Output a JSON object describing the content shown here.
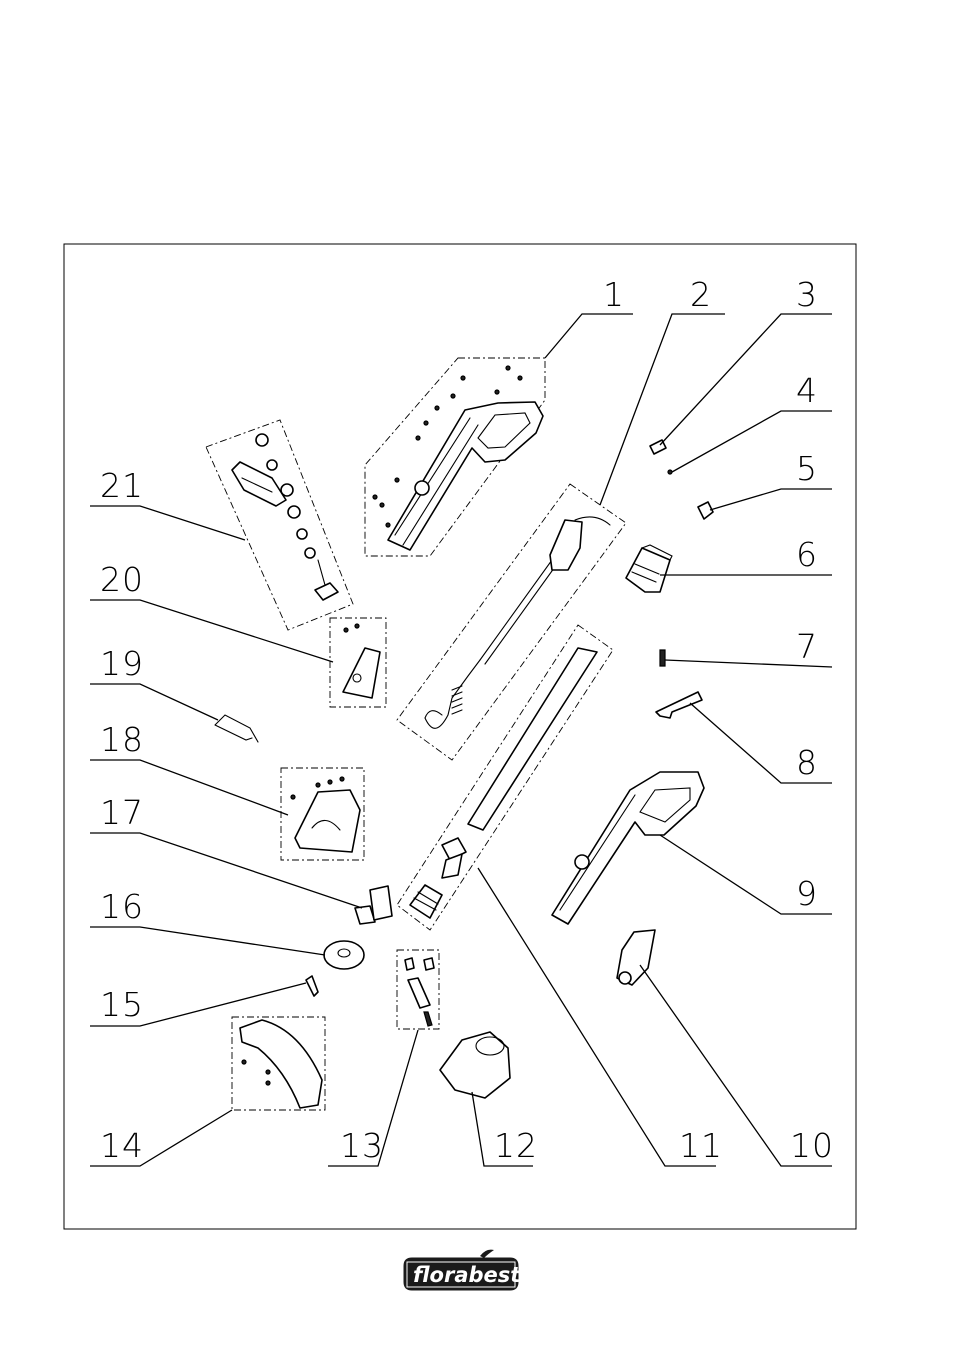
{
  "brand": {
    "logo_text": "florabest",
    "logo_color": "#1a1a1a"
  },
  "diagram": {
    "type": "exploded-parts-view",
    "callouts": [
      {
        "id": 1,
        "label": "1"
      },
      {
        "id": 2,
        "label": "2"
      },
      {
        "id": 3,
        "label": "3"
      },
      {
        "id": 4,
        "label": "4"
      },
      {
        "id": 5,
        "label": "5"
      },
      {
        "id": 6,
        "label": "6"
      },
      {
        "id": 7,
        "label": "7"
      },
      {
        "id": 8,
        "label": "8"
      },
      {
        "id": 9,
        "label": "9"
      },
      {
        "id": 10,
        "label": "10"
      },
      {
        "id": 11,
        "label": "11"
      },
      {
        "id": 12,
        "label": "12"
      },
      {
        "id": 13,
        "label": "13"
      },
      {
        "id": 14,
        "label": "14"
      },
      {
        "id": 15,
        "label": "15"
      },
      {
        "id": 16,
        "label": "16"
      },
      {
        "id": 17,
        "label": "17"
      },
      {
        "id": 18,
        "label": "18"
      },
      {
        "id": 19,
        "label": "19"
      },
      {
        "id": 20,
        "label": "20"
      },
      {
        "id": 21,
        "label": "21"
      }
    ]
  }
}
